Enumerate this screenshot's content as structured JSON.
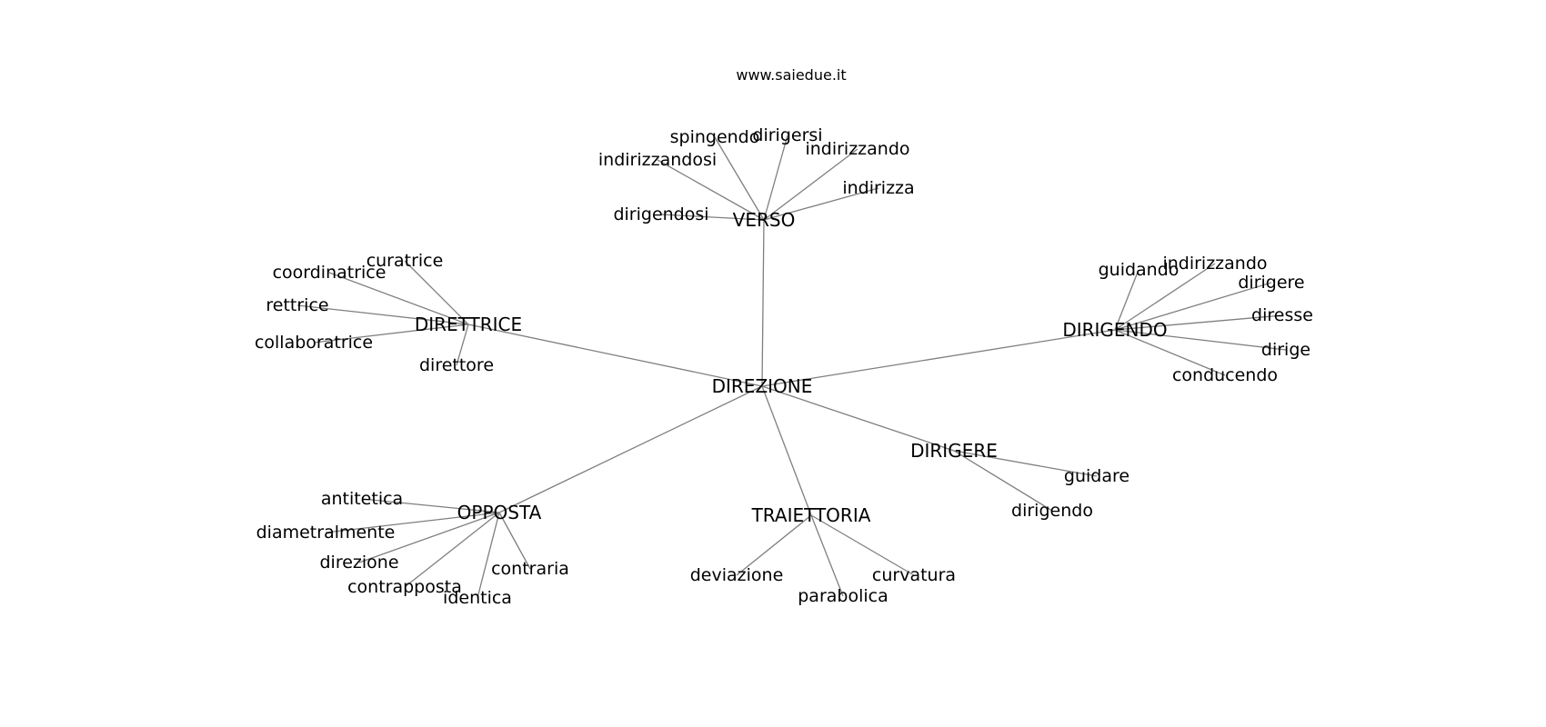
{
  "site": "www.saiedue.it",
  "root": "DIREZIONE",
  "groups": [
    {
      "label": "VERSO",
      "children": [
        "spingendo",
        "dirigersi",
        "indirizzandosi",
        "indirizzando",
        "indirizza",
        "dirigendosi"
      ]
    },
    {
      "label": "DIRETTRICE",
      "children": [
        "curatrice",
        "coordinatrice",
        "rettrice",
        "collaboratrice",
        "direttore"
      ]
    },
    {
      "label": "DIRIGENDO",
      "children": [
        "guidando",
        "indirizzando",
        "dirigere",
        "diresse",
        "dirige",
        "conducendo"
      ]
    },
    {
      "label": "DIRIGERE",
      "children": [
        "guidare",
        "dirigendo"
      ]
    },
    {
      "label": "OPPOSTA",
      "children": [
        "antitetica",
        "diametralmente",
        "direzione",
        "contrapposta",
        "identica",
        "contraria"
      ]
    },
    {
      "label": "TRAIETTORIA",
      "children": [
        "deviazione",
        "parabolica",
        "curvatura"
      ]
    }
  ]
}
